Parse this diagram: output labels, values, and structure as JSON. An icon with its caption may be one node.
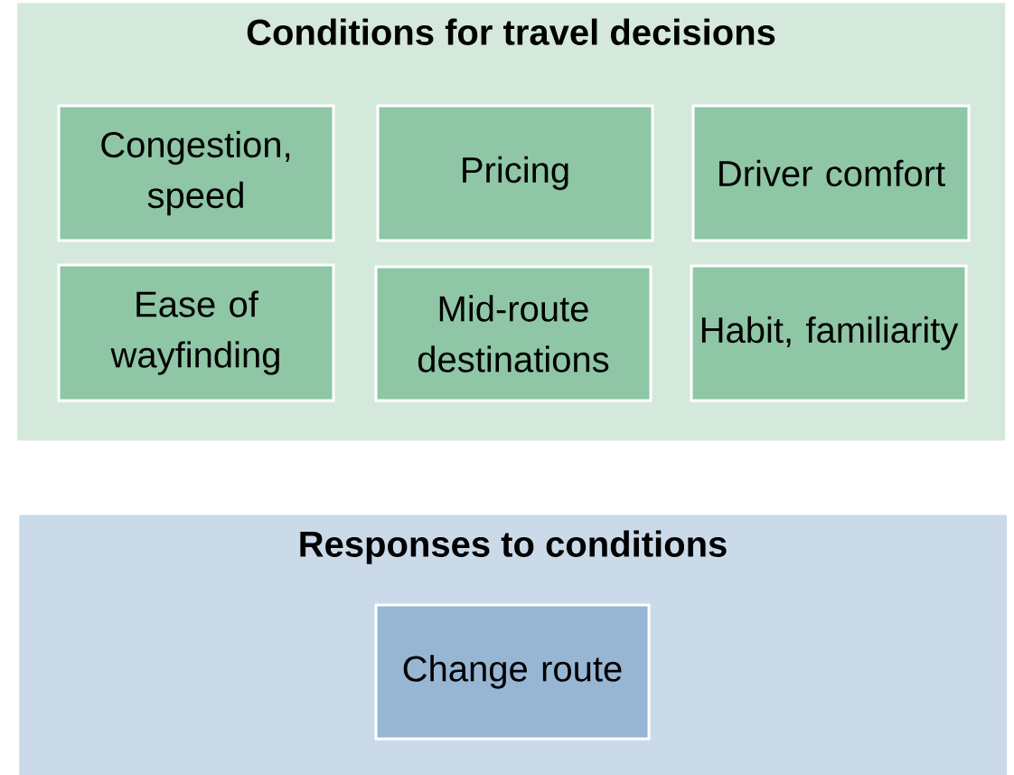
{
  "diagram": {
    "nodes": [
      {
        "text": [
          "Conditions for travel decisions"
        ]
      },
      {
        "text": [
          "Congestion, speed"
        ],
        "in": 0
      },
      {
        "text": [
          "Pricing"
        ],
        "in": 0
      },
      {
        "text": [
          "Driver comfort"
        ],
        "in": 0
      },
      {
        "text": [
          "Ease of wayfinding"
        ],
        "in": 0
      },
      {
        "text": [
          "Mid-route destinations"
        ],
        "in": 0
      },
      {
        "text": [
          "Habit, familiarity"
        ],
        "in": 0
      },
      {
        "text": [
          "Responses to conditions"
        ]
      },
      {
        "text": [
          "Change route"
        ],
        "in": 7
      }
    ]
  }
}
